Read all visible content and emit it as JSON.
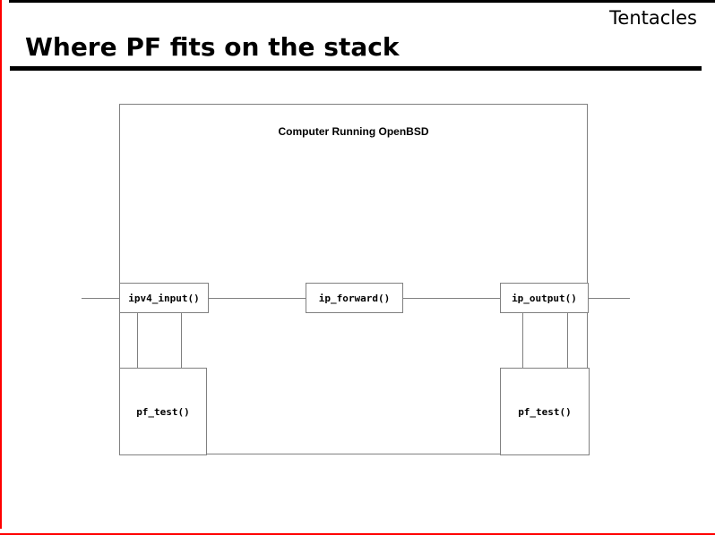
{
  "slide": {
    "corner_label": "Tentacles",
    "title": "Where PF fits on the stack"
  },
  "diagram": {
    "computer_label": "Computer Running OpenBSD",
    "nodes": [
      {
        "id": "ipv4-input",
        "label": "ipv4_input()"
      },
      {
        "id": "ip-forward",
        "label": "ip_forward()"
      },
      {
        "id": "ip-output",
        "label": "ip_output()"
      },
      {
        "id": "pf-test-left",
        "label": "pf_test()"
      },
      {
        "id": "pf-test-right",
        "label": "pf_test()"
      }
    ]
  },
  "colors": {
    "accent_red": "#ff0000",
    "line_gray": "#808080",
    "ink_black": "#000000"
  }
}
